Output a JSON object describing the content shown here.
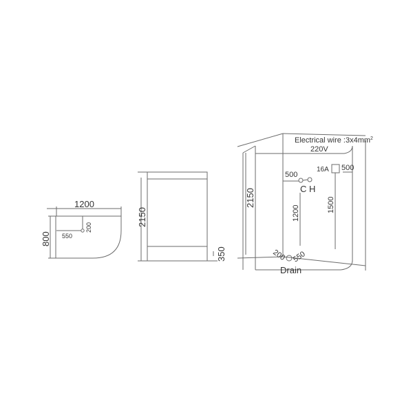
{
  "top_view": {
    "width_label": "1200",
    "depth_label": "800",
    "drain_x_label": "550",
    "drain_y_label": "200"
  },
  "front_view": {
    "height_label": "2150",
    "base_label": "350"
  },
  "perspective_view": {
    "height_label": "2150",
    "electrical_wire_label": "Electrical wire :3x4mm",
    "electrical_wire_superscript": "2",
    "voltage_label": "220V",
    "breaker_label": "16A",
    "breaker_offset_label": "500",
    "breaker_height_label": "1500",
    "valve_offset_label": "500",
    "valve_label": "C H",
    "valve_height_label": "1200",
    "drain_offset_a_label": "200",
    "drain_offset_b_label": "550",
    "drain_label": "Drain"
  }
}
